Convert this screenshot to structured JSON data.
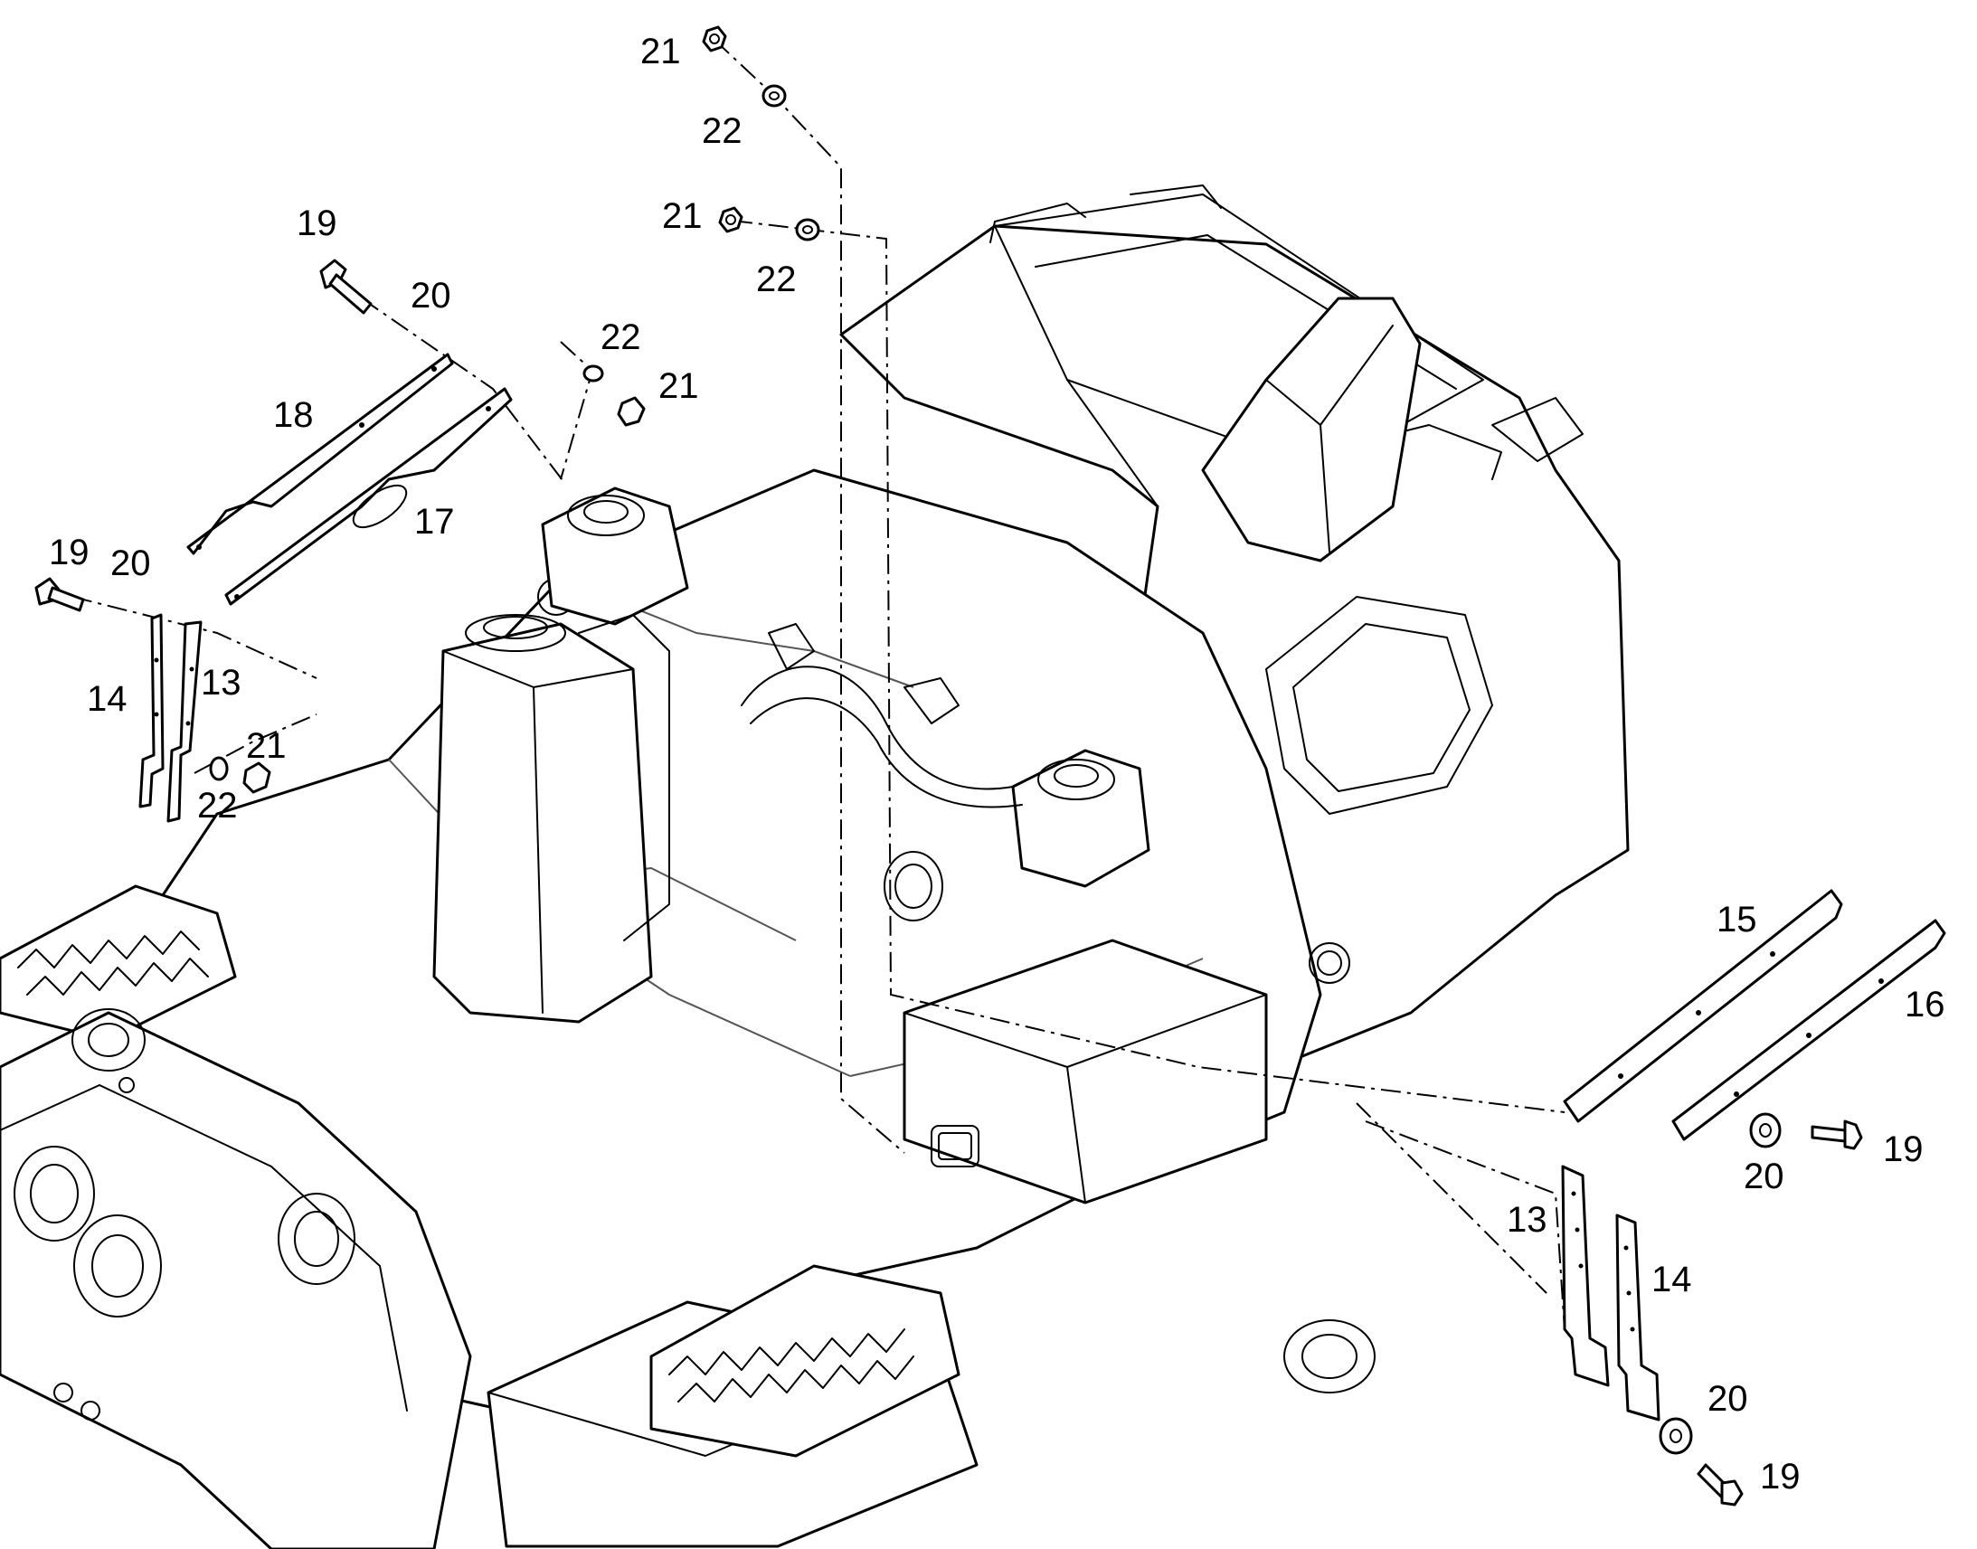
{
  "diagram": {
    "callouts": [
      {
        "id": "c21a",
        "label": "21"
      },
      {
        "id": "c22a",
        "label": "22"
      },
      {
        "id": "c21b",
        "label": "21"
      },
      {
        "id": "c22b",
        "label": "22"
      },
      {
        "id": "c19a",
        "label": "19"
      },
      {
        "id": "c20a",
        "label": "20"
      },
      {
        "id": "c22c",
        "label": "22"
      },
      {
        "id": "c21c",
        "label": "21"
      },
      {
        "id": "c18",
        "label": "18"
      },
      {
        "id": "c17",
        "label": "17"
      },
      {
        "id": "c19b",
        "label": "19"
      },
      {
        "id": "c20b",
        "label": "20"
      },
      {
        "id": "c14a",
        "label": "14"
      },
      {
        "id": "c13a",
        "label": "13"
      },
      {
        "id": "c21d",
        "label": "21"
      },
      {
        "id": "c22d",
        "label": "22"
      },
      {
        "id": "c15",
        "label": "15"
      },
      {
        "id": "c16",
        "label": "16"
      },
      {
        "id": "c19c",
        "label": "19"
      },
      {
        "id": "c20c",
        "label": "20"
      },
      {
        "id": "c13b",
        "label": "13"
      },
      {
        "id": "c14b",
        "label": "14"
      },
      {
        "id": "c20d",
        "label": "20"
      },
      {
        "id": "c19d",
        "label": "19"
      }
    ]
  }
}
